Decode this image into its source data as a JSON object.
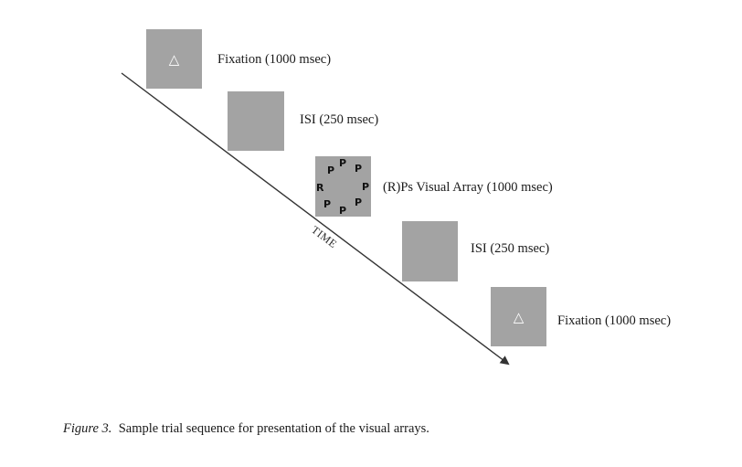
{
  "diagram": {
    "time_label": "TIME",
    "frames": [
      {
        "label": "Fixation (1000 msec)",
        "symbol": "△"
      },
      {
        "label": "ISI (250 msec)",
        "symbol": ""
      },
      {
        "label": "(R)Ps Visual Array (1000 msec)",
        "symbol": ""
      },
      {
        "label": "ISI (250 msec)",
        "symbol": ""
      },
      {
        "label": "Fixation (1000 msec)",
        "symbol": "△"
      }
    ],
    "array_letters": [
      "P",
      "P",
      "P",
      "P",
      "P",
      "P",
      "P",
      "R"
    ]
  },
  "caption": {
    "figure_number": "Figure 3.",
    "text": "Sample trial sequence for presentation of the visual arrays."
  },
  "colors": {
    "frame": "#a3a3a3",
    "arrow": "#333333"
  }
}
